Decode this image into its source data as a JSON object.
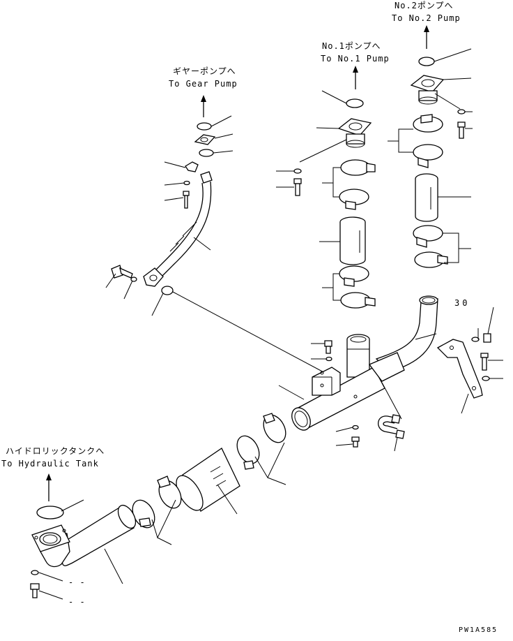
{
  "labels": {
    "gear_pump_jp": "ギヤーポンプへ",
    "gear_pump_en": "To Gear Pump",
    "no1_pump_jp": "No.1ポンプへ",
    "no1_pump_en": "To No.1 Pump",
    "no2_pump_jp": "No.2ポンプへ",
    "no2_pump_en": "To No.2 Pump",
    "tank_jp": "ハイドロリックタンクへ",
    "tank_en": "To Hydraulic Tank",
    "callout_30": "30",
    "dash_1": "- -",
    "dash_2": "- -",
    "drawing_id": "PW1A585"
  },
  "colors": {
    "line": "#000000",
    "background": "#ffffff"
  }
}
